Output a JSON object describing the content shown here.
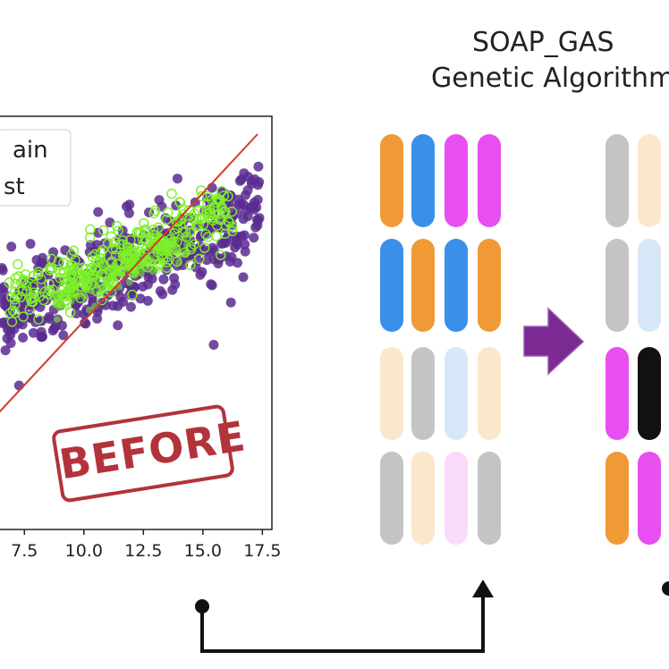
{
  "title": {
    "line1": "SOAP_GAS",
    "line2": "Genetic Algorithm"
  },
  "chart": {
    "legend": [
      "ain",
      "st"
    ],
    "x_ticks": [
      "7.5",
      "10.0",
      "12.5",
      "15.0",
      "17.5"
    ],
    "stamp_text": "BEFORE",
    "colors": {
      "train": "#5b2d91",
      "test": "#7cf028",
      "fit_line": "#d23a2a"
    }
  },
  "chart_data": {
    "type": "scatter",
    "x_ticks": [
      7.5,
      10.0,
      12.5,
      15.0,
      17.5
    ],
    "xlim": [
      6.4,
      17.9
    ],
    "series": [
      {
        "name": "ain",
        "style": "filled-circle",
        "color": "#5b2d91",
        "description_points": [
          [
            7.0,
            5.6
          ],
          [
            9.0,
            6.8
          ],
          [
            11.0,
            8.2
          ],
          [
            13.0,
            9.4
          ],
          [
            15.0,
            10.5
          ],
          [
            17.0,
            11.6
          ]
        ]
      },
      {
        "name": "st",
        "style": "open-circle",
        "color": "#7cf028",
        "description_points": [
          [
            7.5,
            6.5
          ],
          [
            9.5,
            7.5
          ],
          [
            11.0,
            8.6
          ],
          [
            12.5,
            9.4
          ],
          [
            14.0,
            10.0
          ]
        ]
      }
    ],
    "reference_line": {
      "from": [
        6.4,
        4.5
      ],
      "to": [
        17.0,
        14.2
      ],
      "color": "#d23a2a"
    }
  },
  "genes": {
    "colors": {
      "orange": "#f09a36",
      "blue": "#3a90e8",
      "magenta": "#e84ff0",
      "gray": "#c4c4c4",
      "peach": "#fbe7cc",
      "lightblue": "#d8e7f8",
      "pink": "#f9daf8",
      "black": "#111111"
    },
    "left_rows": [
      [
        "orange",
        "blue",
        "magenta",
        "magenta"
      ],
      [
        "blue",
        "orange",
        "blue",
        "orange"
      ],
      [
        "peach",
        "gray",
        "lightblue",
        "peach"
      ],
      [
        "gray",
        "peach",
        "pink",
        "gray"
      ]
    ],
    "right_rows": [
      [
        "gray",
        "peach"
      ],
      [
        "gray",
        "lightblue"
      ],
      [
        "magenta",
        "black"
      ],
      [
        "orange",
        "magenta"
      ]
    ]
  },
  "arrow": {
    "color": "#7b2a93"
  }
}
